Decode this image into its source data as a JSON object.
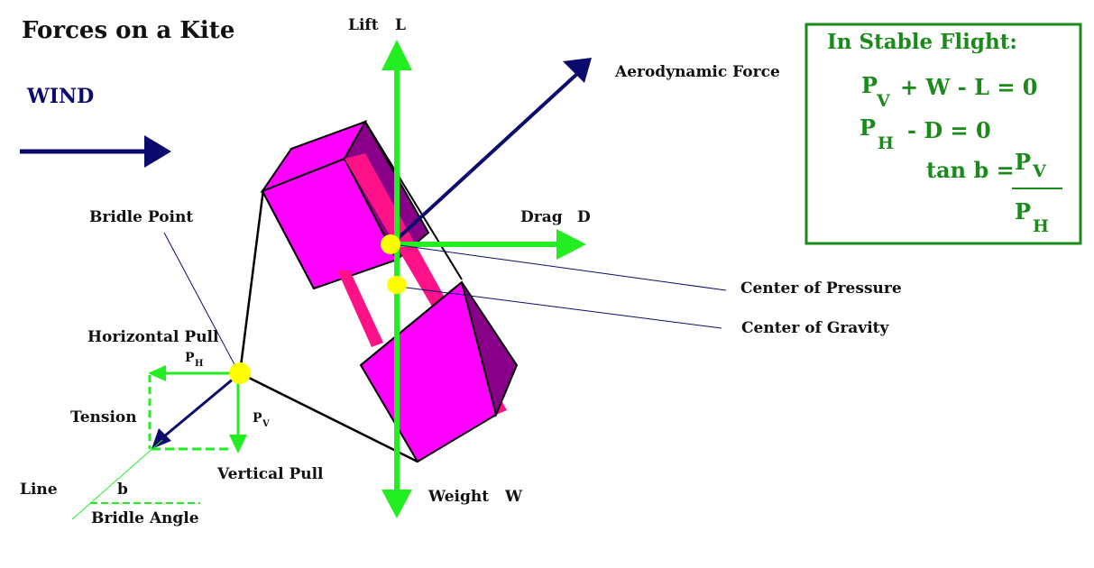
{
  "title": "Forces on a Kite",
  "wind_label": "WIND",
  "labels": {
    "lift": "Lift",
    "lift_symbol": "L",
    "aero_force": "Aerodynamic Force",
    "drag": "Drag",
    "drag_symbol": "D",
    "bridle_point": "Bridle Point",
    "center_pressure": "Center of Pressure",
    "center_gravity": "Center of Gravity",
    "horizontal_pull": "Horizontal Pull",
    "tension": "Tension",
    "vertical_pull": "Vertical Pull",
    "line": "Line",
    "bridle_angle_symbol": "b",
    "bridle_angle": "Bridle Angle",
    "weight": "Weight",
    "weight_symbol": "W",
    "ph_main": "P",
    "ph_sub": "H",
    "pv_main": "P",
    "pv_sub": "V"
  },
  "equations": {
    "header": "In Stable Flight:",
    "eq1_p": "P",
    "eq1_sub": "V",
    "eq1_rest": "+ W - L = 0",
    "eq2_p": "P",
    "eq2_sub": "H",
    "eq2_rest": "-  D = 0",
    "eq3_lhs": "tan b =",
    "eq3_num_p": "P",
    "eq3_num_sub": "V",
    "eq3_den_p": "P",
    "eq3_den_sub": "H"
  },
  "colors": {
    "green": "#22ee22",
    "navy": "#0b0b6e",
    "magenta": "#ff00ff",
    "purple": "#880088",
    "pink": "#ff1188",
    "yellow": "#ffff00",
    "box_green": "#1a8a1a"
  }
}
